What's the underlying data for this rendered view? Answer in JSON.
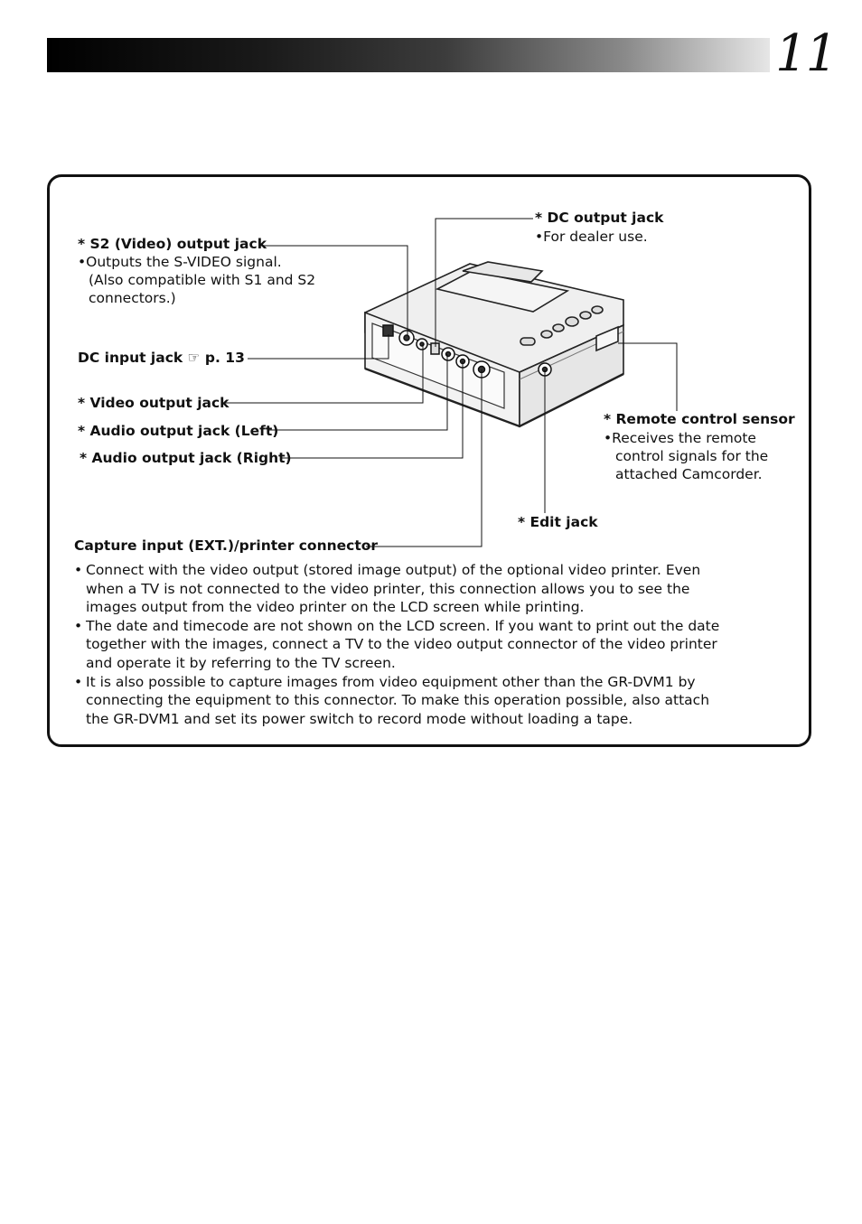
{
  "page": {
    "number": "11"
  },
  "labels": {
    "s2_title": "* S2 (Video) output jack",
    "s2_bullet": "•Outputs the S-VIDEO signal.",
    "s2_note1": "(Also compatible with S1 and S2",
    "s2_note2": "connectors.)",
    "dc_input": "DC input jack",
    "dc_input_ref": "p. 13",
    "video_out": "* Video output jack",
    "audio_left": "* Audio output jack (Left)",
    "audio_right": "* Audio output jack (Right)",
    "capture": "Capture input (EXT.)/printer connector",
    "dc_output_title": "* DC output jack",
    "dc_output_note": "•For dealer use.",
    "remote_title": "* Remote control sensor",
    "remote_bullet": "•Receives the remote",
    "remote_note1": "control signals for the",
    "remote_note2": "attached Camcorder.",
    "edit_jack": "* Edit jack"
  },
  "notes": [
    "Connect with the video output (stored image output) of the optional video printer. Even\nwhen a TV is not connected to the video printer, this connection allows you to see the\nimages output from the video printer on the LCD screen while printing.",
    "The date and timecode are not shown on the LCD screen. If you want to print out the date\ntogether with the images, connect a TV to the video output connector of the video printer\nand operate it by referring to the TV screen.",
    "It is also possible to capture images from video equipment other than the GR-DVM1 by\nconnecting the equipment to this connector. To make this operation possible, also attach\nthe GR-DVM1 and set its power switch to record mode without loading a tape."
  ],
  "icons": {
    "reference": "pointing-hand-icon"
  }
}
